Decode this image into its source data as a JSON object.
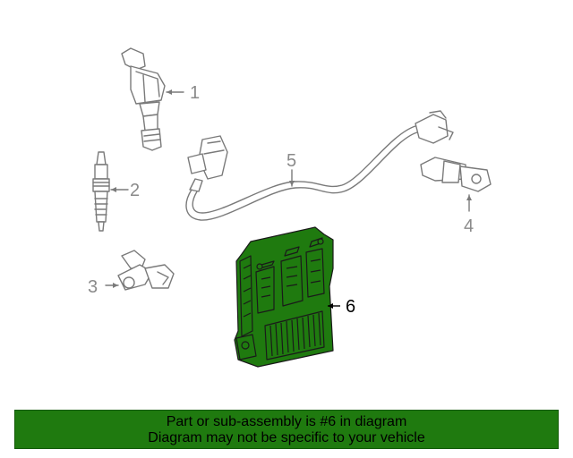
{
  "callouts": {
    "c1": "1",
    "c2": "2",
    "c3": "3",
    "c4": "4",
    "c5": "5",
    "c6": "6"
  },
  "colors": {
    "highlight_part": "#1f7a0f",
    "outline": "#7a7a7a",
    "banner_bg": "#1f7a0f"
  },
  "banner": {
    "line1": "Part or sub-assembly is #6 in diagram",
    "line2": "Diagram may not be specific to your vehicle"
  },
  "parts": {
    "p1": "ignition-coil",
    "p2": "spark-plug",
    "p3": "camshaft-position-sensor",
    "p4": "crankshaft-position-sensor",
    "p5": "wiring-harness",
    "p6": "engine-control-module"
  }
}
